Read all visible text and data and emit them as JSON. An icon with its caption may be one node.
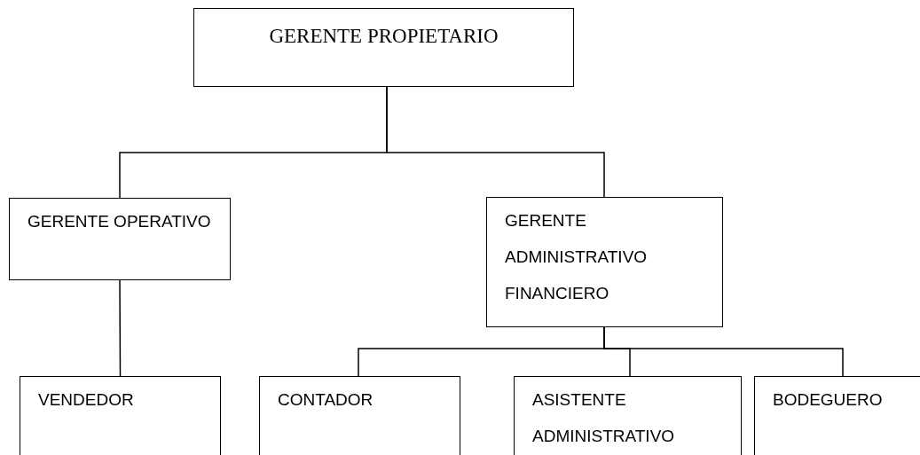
{
  "diagram": {
    "nodes": [
      {
        "text": [
          "GERENTE PROPIETARIO"
        ]
      },
      {
        "text": [
          "GERENTE OPERATIVO"
        ]
      },
      {
        "text": [
          "GERENTE ADMINISTRATIVO FINANCIERO"
        ]
      },
      {
        "text": [
          "VENDEDOR"
        ]
      },
      {
        "text": [
          "CONTADOR"
        ]
      },
      {
        "text": [
          "ASISTENTE ADMINISTRATIVO"
        ]
      },
      {
        "text": [
          "BODEGUERO"
        ]
      }
    ],
    "edges": [
      {
        "from": 0,
        "to": 1,
        "arrow": "none"
      },
      {
        "from": 0,
        "to": 2,
        "arrow": "none"
      },
      {
        "from": 1,
        "to": 3,
        "arrow": "none"
      },
      {
        "from": 2,
        "to": 4,
        "arrow": "none"
      },
      {
        "from": 2,
        "to": 5,
        "arrow": "none"
      },
      {
        "from": 2,
        "to": 6,
        "arrow": "none"
      }
    ]
  }
}
